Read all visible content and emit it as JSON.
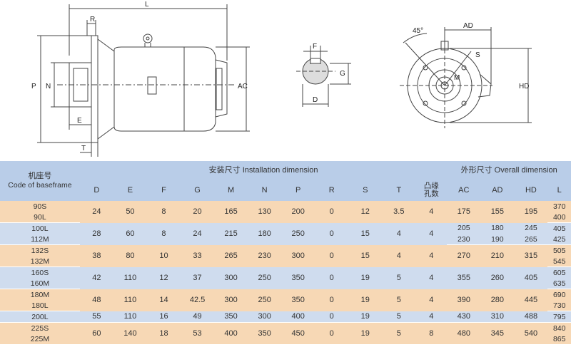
{
  "drawing": {
    "side_view_labels": {
      "L": "L",
      "R": "R",
      "P": "P",
      "N": "N",
      "E": "E",
      "T": "T",
      "AC": "AC"
    },
    "shaft_section_labels": {
      "F": "F",
      "G": "G",
      "D": "D"
    },
    "flange_view_labels": {
      "AD": "AD",
      "HD": "HD",
      "S": "S",
      "M": "M",
      "angle": "45°"
    }
  },
  "table": {
    "base_header_cn": "机座号",
    "base_header_en": "Code of baseframe",
    "installation_header": "安装尺寸  Installation dimension",
    "overall_header": "外形尺寸  Overall dimension",
    "columns": [
      "D",
      "E",
      "F",
      "G",
      "M",
      "N",
      "P",
      "R",
      "S",
      "T"
    ],
    "holes_header_line1": "凸缘",
    "holes_header_line2": "孔数",
    "overall_columns": [
      "AC",
      "AD",
      "HD",
      "L"
    ],
    "groups": [
      {
        "frames": [
          "90S",
          "90L"
        ],
        "values": [
          "24",
          "50",
          "8",
          "20",
          "165",
          "130",
          "200",
          "0",
          "12",
          "3.5",
          "4",
          "175",
          "155",
          "195"
        ],
        "L": [
          "370",
          "400"
        ]
      },
      {
        "frames": [
          "100L",
          "112M"
        ],
        "values": [
          "28",
          "60",
          "8",
          "24",
          "215",
          "180",
          "250",
          "0",
          "15",
          "4",
          "4"
        ],
        "AC": [
          "205",
          "230"
        ],
        "AD": [
          "180",
          "190"
        ],
        "HD": [
          "245",
          "265"
        ],
        "L": [
          "405",
          "425"
        ]
      },
      {
        "frames": [
          "132S",
          "132M"
        ],
        "values": [
          "38",
          "80",
          "10",
          "33",
          "265",
          "230",
          "300",
          "0",
          "15",
          "4",
          "4",
          "270",
          "210",
          "315"
        ],
        "L": [
          "505",
          "545"
        ]
      },
      {
        "frames": [
          "160S",
          "160M"
        ],
        "values": [
          "42",
          "110",
          "12",
          "37",
          "300",
          "250",
          "350",
          "0",
          "19",
          "5",
          "4",
          "355",
          "260",
          "405"
        ],
        "L": [
          "605",
          "635"
        ]
      },
      {
        "frames": [
          "180M",
          "180L"
        ],
        "values": [
          "48",
          "110",
          "14",
          "42.5",
          "300",
          "250",
          "350",
          "0",
          "19",
          "5",
          "4",
          "390",
          "280",
          "445"
        ],
        "L": [
          "690",
          "730"
        ]
      },
      {
        "frames": [
          "200L"
        ],
        "values": [
          "55",
          "110",
          "16",
          "49",
          "350",
          "300",
          "400",
          "0",
          "19",
          "5",
          "4",
          "430",
          "310",
          "488"
        ],
        "L": [
          "795"
        ]
      },
      {
        "frames": [
          "225S",
          "225M"
        ],
        "values": [
          "60",
          "140",
          "18",
          "53",
          "400",
          "350",
          "450",
          "0",
          "19",
          "5",
          "8",
          "480",
          "345",
          "540"
        ],
        "L": [
          "840",
          "865"
        ]
      }
    ]
  },
  "colors": {
    "header_blue": "#b9cde8",
    "row_orange": "#f7d8b5",
    "row_blue": "#cfdcee"
  }
}
